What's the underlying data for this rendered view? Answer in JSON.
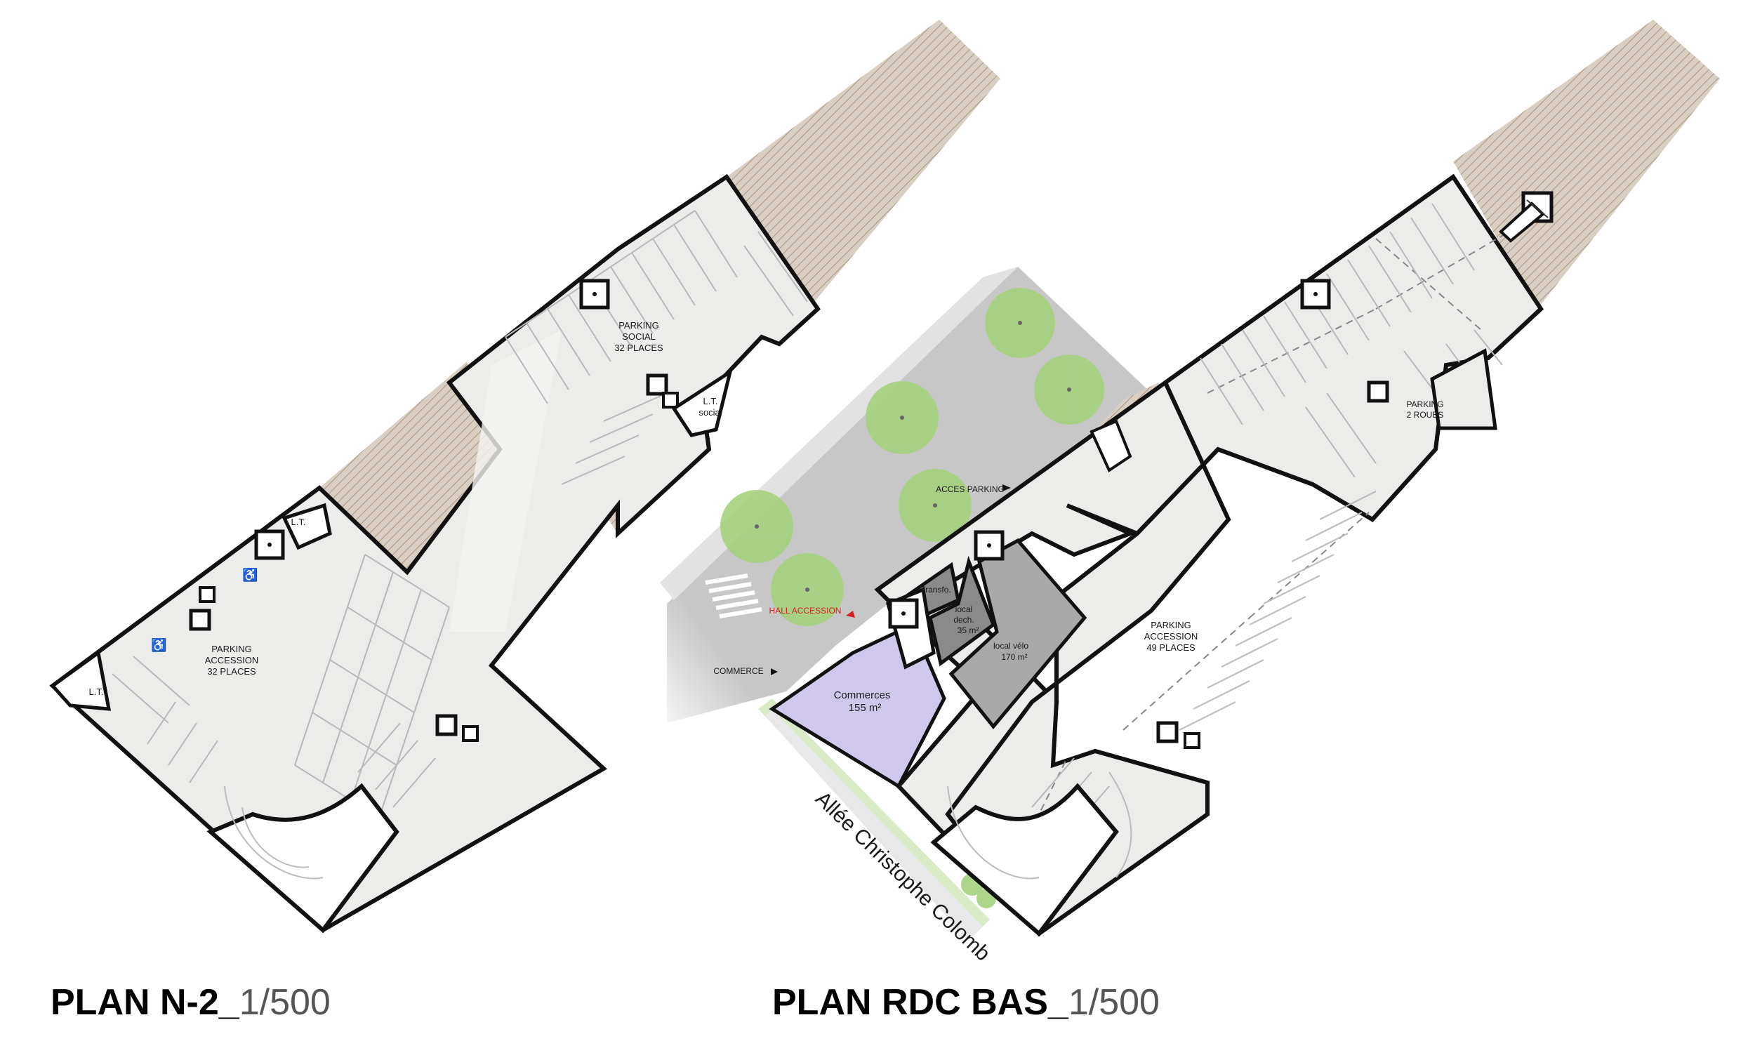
{
  "plan_left": {
    "title": "PLAN N-2_",
    "scale": "1/500",
    "labels": {
      "parking_social_1": "PARKING",
      "parking_social_2": "SOCIAL",
      "parking_social_3": "32 PLACES",
      "lt_social_1": "L.T.",
      "lt_social_2": "social",
      "lt_top": "L.T.",
      "lt_left": "L.T.",
      "parking_accession_1": "PARKING",
      "parking_accession_2": "ACCESSION",
      "parking_accession_3": "32 PLACES"
    }
  },
  "plan_right": {
    "title": "PLAN RDC BAS_",
    "scale": "1/500",
    "labels": {
      "acces_parking": "ACCES PARKING",
      "hall_accession": "HALL ACCESSION",
      "commerce": "COMMERCE",
      "transfo": "Transfo.",
      "local_dech_1": "local",
      "local_dech_2": "dech.",
      "local_dech_3": "35 m²",
      "local_velo_1": "local vélo",
      "local_velo_2": "170 m²",
      "commerces_1": "Commerces",
      "commerces_2": "155 m²",
      "parking_accession_1": "PARKING",
      "parking_accession_2": "ACCESSION",
      "parking_accession_3": "49 PLACES",
      "parking_2roues_1": "PARKING",
      "parking_2roues_2": "2 ROUES",
      "street": "Allée Christophe Colomb"
    }
  },
  "colors": {
    "floor": "#ececea",
    "hatch": "#c8b8a8",
    "wall": "#111111",
    "commerce": "#cfc8ec",
    "road": "#c4c4c4",
    "tree": "#a5d27e",
    "green_strip": "#d9ebc6",
    "hall_red": "#d42020"
  }
}
